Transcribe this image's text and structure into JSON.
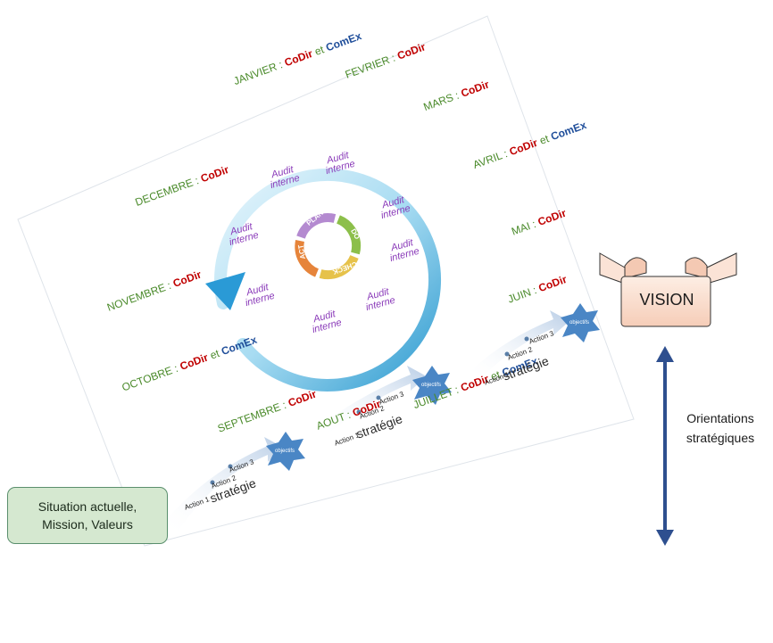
{
  "months": [
    {
      "name": "JANVIER :",
      "codir": "CoDir",
      "et": "et",
      "comex": "ComEx"
    },
    {
      "name": "FEVRIER :",
      "codir": "CoDir"
    },
    {
      "name": "MARS :",
      "codir": "CoDir"
    },
    {
      "name": "AVRIL :",
      "codir": "CoDir",
      "et": "et",
      "comex": "ComEx"
    },
    {
      "name": "MAI :",
      "codir": "CoDir"
    },
    {
      "name": "JUIN :",
      "codir": "CoDir"
    },
    {
      "name": "JUILLET :",
      "codir": "CoDir",
      "et": "et",
      "comex": "ComEx"
    },
    {
      "name": "AOUT :",
      "codir": "CoDir"
    },
    {
      "name": "SEPTEMBRE :",
      "codir": "CoDir"
    },
    {
      "name": "OCTOBRE :",
      "codir": "CoDir",
      "et": "et",
      "comex": "ComEx"
    },
    {
      "name": "NOVEMBRE :",
      "codir": "CoDir"
    },
    {
      "name": "DECEMBRE :",
      "codir": "CoDir"
    }
  ],
  "audit_label_1": "Audit",
  "audit_label_2": "interne",
  "pdca": {
    "plan": "PLAN",
    "do": "DO",
    "check": "CHECK",
    "act": "ACT"
  },
  "situation": {
    "line1": "Situation actuelle,",
    "line2": "Mission, Valeurs"
  },
  "vision": "VISION",
  "orientations": {
    "line1": "Orientations",
    "line2": "stratégiques"
  },
  "stairs": {
    "strategy": "stratégie",
    "action1": "Action 1",
    "action2": "Action 2",
    "action3": "Action 3",
    "objectives": "objectifs"
  },
  "colors": {
    "month_name": "#4a8a2a",
    "codir": "#c00000",
    "comex": "#1f4e9a",
    "audit": "#8a3ab9",
    "cycle_arrow": "#3aa9dc",
    "star": "#4a86c5",
    "vision_box": "#fde9dd",
    "situation_box": "#d5e8d0",
    "double_arrow": "#2e4f8f"
  }
}
